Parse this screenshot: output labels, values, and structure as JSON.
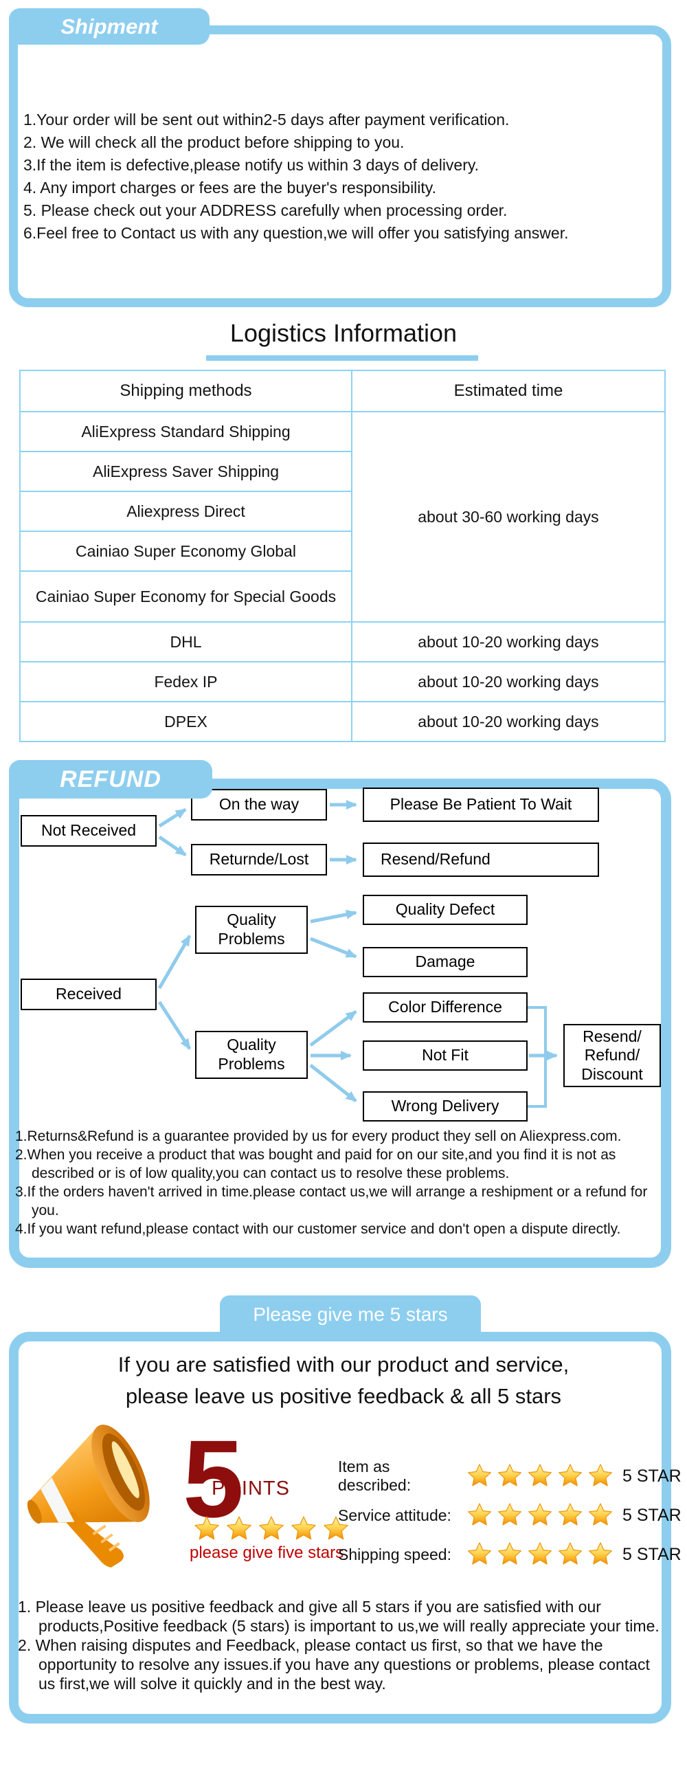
{
  "colors": {
    "accent_blue": "#8DCEEF",
    "dark_red": "#8E0E0E",
    "red": "#C00000",
    "star_gold": "#F5A81C"
  },
  "shipment": {
    "title": "Shipment",
    "terms": [
      "1.Your order will be sent out within2-5 days after payment verification.",
      "2. We will check all the product before shipping to you.",
      "3.If the item is defective,please notify us within 3 days of delivery.",
      "4. Any import charges or fees are the buyer's responsibility.",
      "5. Please check out your ADDRESS carefully when processing order.",
      "6.Feel free to Contact us with any question,we will offer you satisfying answer."
    ]
  },
  "logistics": {
    "title": "Logistics Information",
    "headers": {
      "method": "Shipping methods",
      "time": "Estimated time"
    },
    "group_rows": [
      "AliExpress Standard Shipping",
      "AliExpress Saver Shipping",
      "Aliexpress Direct",
      "Cainiao Super Economy Global",
      "Cainiao Super Economy for Special Goods"
    ],
    "group_time": "about 30-60 working days",
    "single_rows": [
      {
        "method": "DHL",
        "time": "about 10-20 working days"
      },
      {
        "method": "Fedex IP",
        "time": "about 10-20 working days"
      },
      {
        "method": "DPEX",
        "time": "about 10-20 working days"
      }
    ]
  },
  "refund": {
    "title": "REFUND",
    "nodes": {
      "not_received": "Not Received",
      "on_the_way": "On the way",
      "please_wait": "Please Be Patient To Wait",
      "returnde_lost": "Returnde/Lost",
      "resend_refund": "Resend/Refund",
      "quality_problems_1": "Quality Problems",
      "quality_defect": "Quality Defect",
      "damage": "Damage",
      "received": "Received",
      "color_difference": "Color Difference",
      "quality_problems_2": "Quality Problems",
      "not_fit": "Not Fit",
      "wrong_delivery": "Wrong Delivery",
      "resend_refund_discount": "Resend/ Refund/ Discount"
    },
    "notes": [
      "1.Returns&Refund is a guarantee provided by us for every product they sell on Aliexpress.com.",
      "2.When you receive a product that was bought and paid for on our site,and you find it is not as described or is of low quality,you can contact us to resolve these problems.",
      "3.If the orders haven't arrived in time.please contact us,we will arrange a reshipment or a refund for you.",
      "4.If you want refund,please contact with our customer service and don't open a dispute directly."
    ]
  },
  "feedback": {
    "tab": "Please give me  5 stars",
    "headline_line1": "If you are satisfied with our product and service,",
    "headline_line2": "please leave us positive feedback & all 5 stars",
    "big_number": "5",
    "points_label": "POINTS",
    "give_five": "please give five stars",
    "ratings": [
      {
        "label": "Item as described:",
        "value": "5 STAR"
      },
      {
        "label": "Service attitude:",
        "value": "5 STAR"
      },
      {
        "label": "Shipping speed:",
        "value": "5 STAR"
      }
    ],
    "notes": [
      "1. Please leave us positive feedback and give all 5 stars if you are satisfied with our products,Positive feedback (5 stars) is important to us,we will really appreciate your time.",
      "2. When raising disputes and Feedback, please contact us first, so that we have the opportunity to resolve any issues.if you have any questions or problems, please contact us first,we will solve it quickly and in the best way."
    ]
  }
}
